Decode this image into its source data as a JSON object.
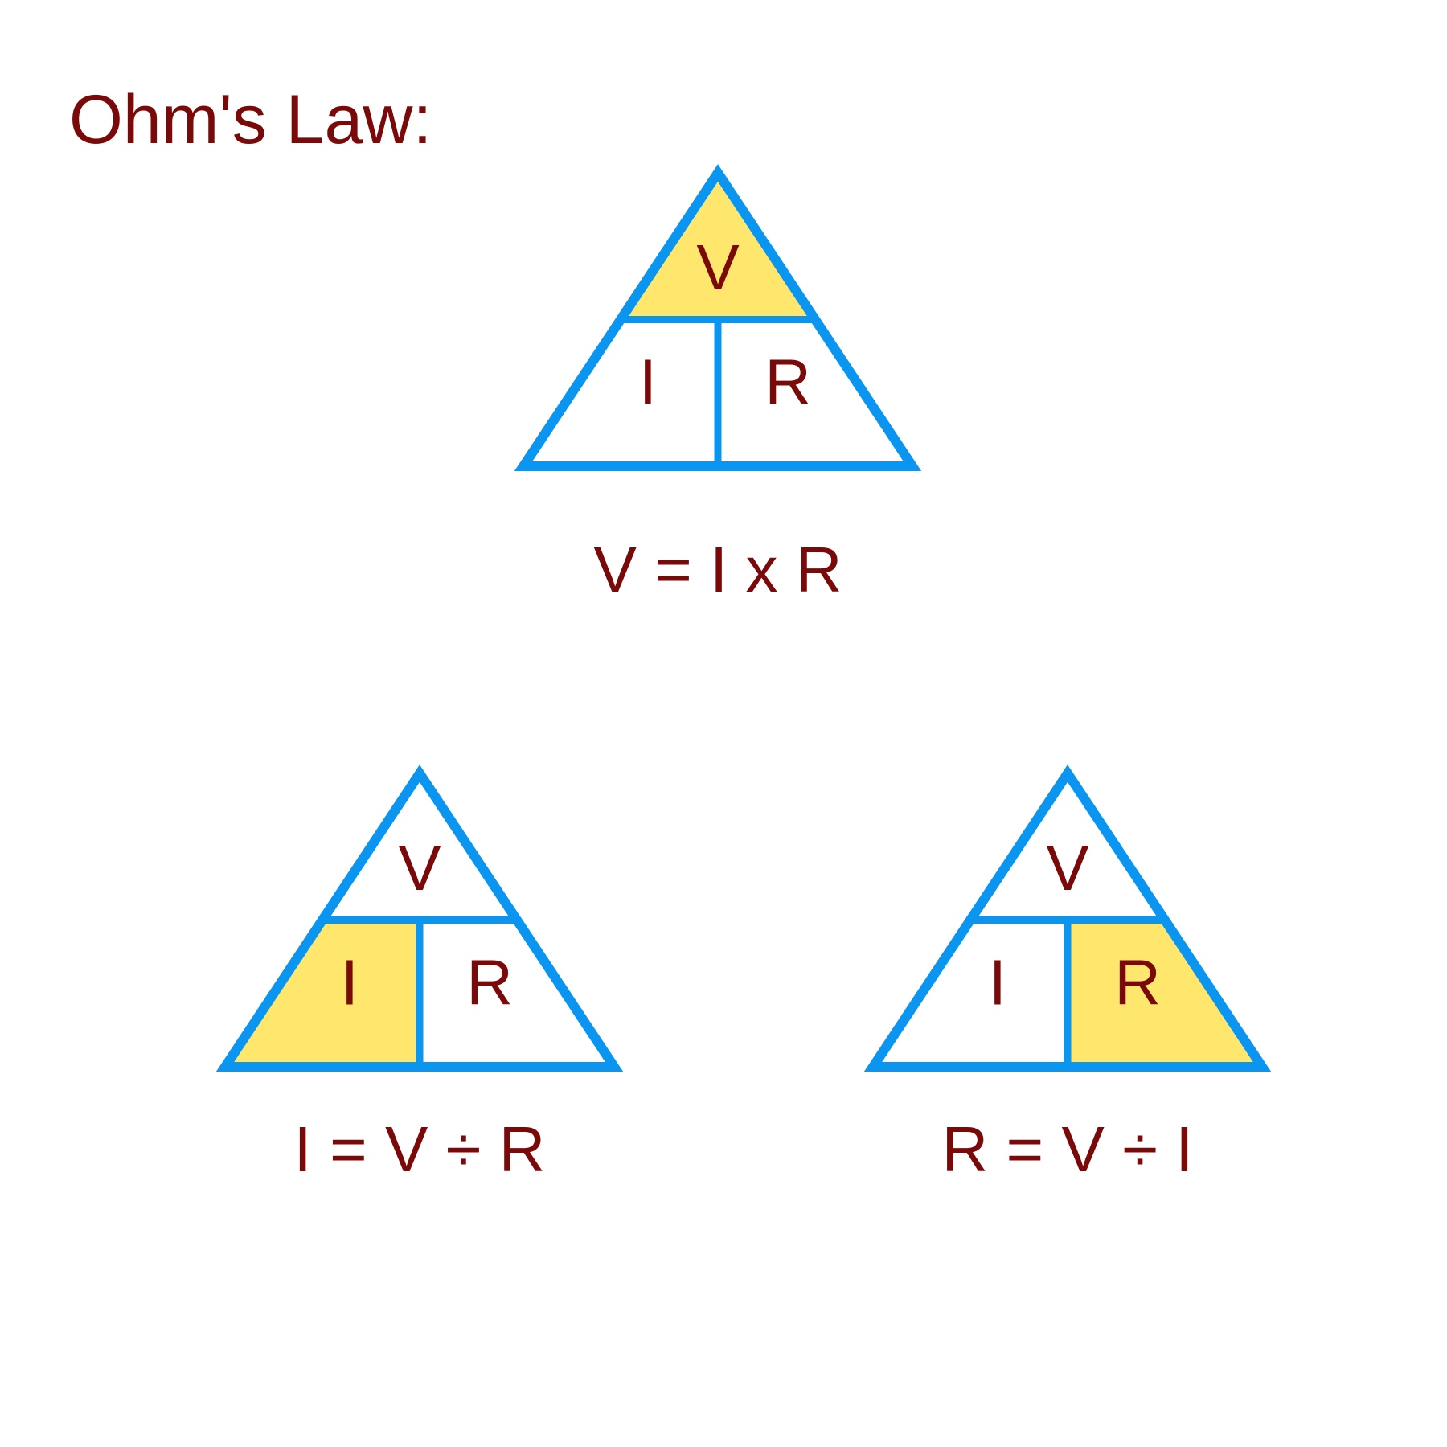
{
  "title": "Ohm's Law:",
  "colors": {
    "text": "#7a0a0a",
    "outline": "#0a96f0",
    "highlight": "#ffe76e",
    "background": "#ffffff"
  },
  "triangles": [
    {
      "name": "top",
      "labels": {
        "top": "V",
        "left": "I",
        "right": "R"
      },
      "highlight": "top",
      "formula": "V = I x R"
    },
    {
      "name": "bottom-left",
      "labels": {
        "top": "V",
        "left": "I",
        "right": "R"
      },
      "highlight": "left",
      "formula": "I = V ÷ R"
    },
    {
      "name": "bottom-right",
      "labels": {
        "top": "V",
        "left": "I",
        "right": "R"
      },
      "highlight": "right",
      "formula": "R = V ÷ I"
    }
  ]
}
